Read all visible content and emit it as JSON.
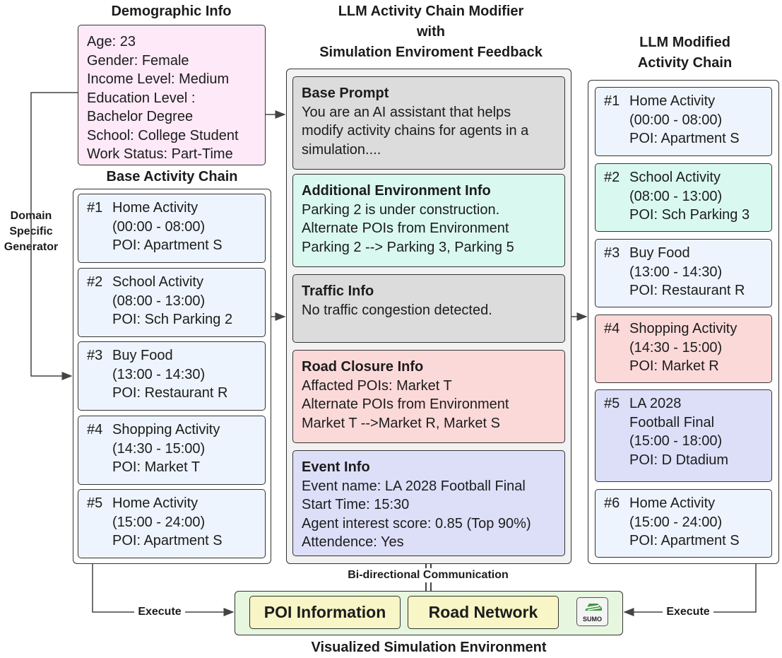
{
  "titles": {
    "demographic": "Demographic Info",
    "modifier_line1": "LLM Activity Chain Modifier",
    "modifier_line2": "with",
    "modifier_line3": "Simulation Enviroment Feedback",
    "modified_line1": "LLM Modified",
    "modified_line2": "Activity Chain",
    "base_chain": "Base Activity Chain",
    "sim_env": "Visualized Simulation Environment"
  },
  "demographic": {
    "lines": [
      "Age: 23",
      "Gender: Female",
      "Income Level: Medium",
      "Education Level :",
      "Bachelor Degree",
      "School: College Student",
      "Work Status: Part-Time"
    ]
  },
  "labels": {
    "generator_line1": "Domain",
    "generator_line2": "Specific",
    "generator_line3": "Generator",
    "execute_left": "Execute",
    "execute_right": "Execute",
    "bidirectional": "Bi-directional Communication"
  },
  "base_chain": [
    {
      "num": "#1",
      "lines": [
        "Home Activity",
        "(00:00 - 08:00)",
        "POI: Apartment S"
      ]
    },
    {
      "num": "#2",
      "lines": [
        "School Activity",
        "(08:00 - 13:00)",
        "POI: Sch Parking 2"
      ]
    },
    {
      "num": "#3",
      "lines": [
        "Buy Food",
        "(13:00 - 14:30)",
        "POI: Restaurant R"
      ]
    },
    {
      "num": "#4",
      "lines": [
        "Shopping Activity",
        "(14:30 - 15:00)",
        "POI: Market T"
      ]
    },
    {
      "num": "#5",
      "lines": [
        "Home Activity",
        "(15:00 - 24:00)",
        "POI: Apartment S"
      ]
    }
  ],
  "modifier_sections": [
    {
      "heading": "Base Prompt",
      "lines": [
        "You are an AI assistant that helps",
        "modify activity chains for agents in a",
        "simulation...."
      ],
      "color": "#dcdcdc"
    },
    {
      "heading": "Additional Environment Info",
      "lines": [
        "Parking 2 is under construction.",
        "Alternate POIs from Environment",
        "Parking 2   --> Parking 3, Parking 5"
      ],
      "color": "#d9f8f0"
    },
    {
      "heading": "Traffic Info",
      "lines": [
        "No traffic congestion detected."
      ],
      "color": "#dcdcdc"
    },
    {
      "heading": "Road Closure Info",
      "lines": [
        "Affacted POIs: Market T",
        "Alternate POIs from Environment",
        "Market T    -->Market R, Market S"
      ],
      "color": "#fcd9d9"
    },
    {
      "heading": "Event Info",
      "lines": [
        "Event name: LA 2028 Football Final",
        "Start Time: 15:30",
        "Agent interest score: 0.85 (Top 90%)",
        "Attendence: Yes"
      ],
      "color": "#dddff9"
    }
  ],
  "modified_chain": [
    {
      "num": "#1",
      "lines": [
        "Home Activity",
        "(00:00 - 08:00)",
        "POI: Apartment S"
      ],
      "color": "#edf4fd"
    },
    {
      "num": "#2",
      "lines": [
        "School Activity",
        "(08:00 - 13:00)",
        "POI: Sch Parking 3"
      ],
      "color": "#d9f8f0"
    },
    {
      "num": "#3",
      "lines": [
        "Buy Food",
        "(13:00 - 14:30)",
        "POI: Restaurant R"
      ],
      "color": "#edf4fd"
    },
    {
      "num": "#4",
      "lines": [
        "Shopping Activity",
        "(14:30 - 15:00)",
        "POI: Market R"
      ],
      "color": "#fcd9d9"
    },
    {
      "num": "#5",
      "lines": [
        "LA 2028",
        "Football Final",
        "(15:00 - 18:00)",
        "POI: D Dtadium"
      ],
      "color": "#dddff9"
    },
    {
      "num": "#6",
      "lines": [
        "Home Activity",
        "(15:00 - 24:00)",
        "POI: Apartment S"
      ],
      "color": "#edf4fd"
    }
  ],
  "simulation": {
    "poi_button": "POI Information",
    "road_button": "Road Network",
    "logo_text": "SUMO"
  }
}
